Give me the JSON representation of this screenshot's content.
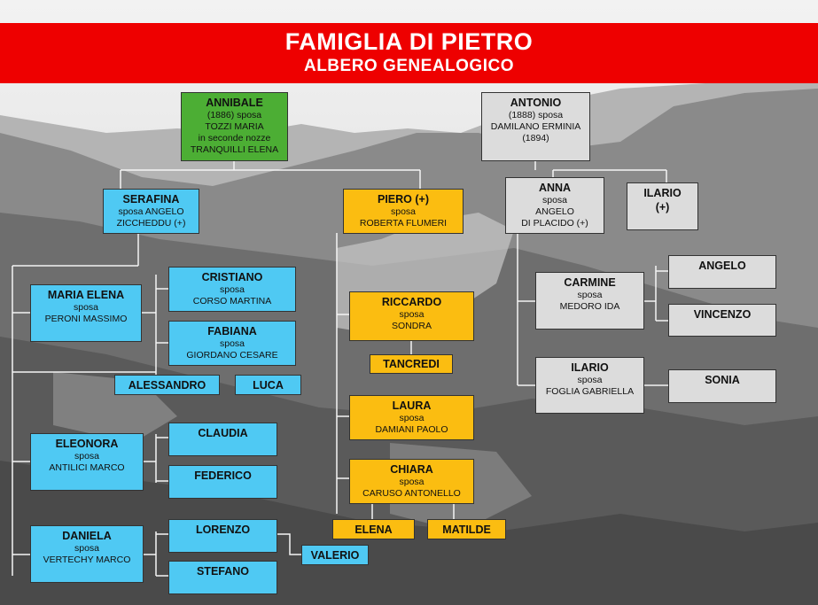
{
  "header": {
    "title": "FAMIGLIA  DI PIETRO",
    "subtitle": "ALBERO GENEALOGICO"
  },
  "nodes": {
    "annibale": {
      "name": "ANNIBALE",
      "lines": [
        "(1886) sposa",
        "TOZZI MARIA",
        "in seconde nozze",
        "TRANQUILLI ELENA"
      ]
    },
    "antonio": {
      "name": "ANTONIO",
      "lines": [
        "(1888) sposa",
        "DAMILANO  ERMINIA",
        "(1894)"
      ]
    },
    "serafina": {
      "name": "SERAFINA",
      "lines": [
        "sposa ANGELO",
        "ZICCHEDDU (+)"
      ]
    },
    "piero": {
      "name": "PIERO (+)",
      "lines": [
        "sposa",
        "ROBERTA  FLUMERI"
      ]
    },
    "anna": {
      "name": "ANNA",
      "lines": [
        "sposa",
        "ANGELO",
        "DI PLACIDO (+)"
      ]
    },
    "ilario1": {
      "name": "ILARIO",
      "lines": [
        "(+)"
      ]
    },
    "maria_elena": {
      "name": "MARIA ELENA",
      "lines": [
        "sposa",
        "PERONI  MASSIMO"
      ]
    },
    "cristiano": {
      "name": "CRISTIANO",
      "lines": [
        "sposa",
        "CORSO MARTINA"
      ]
    },
    "fabiana": {
      "name": "FABIANA",
      "lines": [
        "sposa",
        "GIORDANO CESARE"
      ]
    },
    "alessandro": {
      "name": "ALESSANDRO",
      "lines": []
    },
    "luca": {
      "name": "LUCA",
      "lines": []
    },
    "riccardo": {
      "name": "RICCARDO",
      "lines": [
        "sposa",
        "SONDRA"
      ]
    },
    "tancredi": {
      "name": "TANCREDI",
      "lines": []
    },
    "laura": {
      "name": "LAURA",
      "lines": [
        "sposa",
        "DAMIANI  PAOLO"
      ]
    },
    "chiara": {
      "name": "CHIARA",
      "lines": [
        "sposa",
        "CARUSO  ANTONELLO"
      ]
    },
    "elena": {
      "name": "ELENA",
      "lines": []
    },
    "matilde": {
      "name": "MATILDE",
      "lines": []
    },
    "carmine": {
      "name": "CARMINE",
      "lines": [
        "sposa",
        "MEDORO IDA"
      ]
    },
    "angelo": {
      "name": "ANGELO",
      "lines": []
    },
    "vincenzo": {
      "name": "VINCENZO",
      "lines": []
    },
    "ilario2": {
      "name": "ILARIO",
      "lines": [
        "sposa",
        "FOGLIA  GABRIELLA"
      ]
    },
    "sonia": {
      "name": "SONIA",
      "lines": []
    },
    "eleonora": {
      "name": "ELEONORA",
      "lines": [
        "sposa",
        "ANTILICI  MARCO"
      ]
    },
    "claudia": {
      "name": "CLAUDIA",
      "lines": []
    },
    "federico": {
      "name": "FEDERICO",
      "lines": []
    },
    "daniela": {
      "name": "DANIELA",
      "lines": [
        "sposa",
        "VERTECHY  MARCO"
      ]
    },
    "lorenzo": {
      "name": "LORENZO",
      "lines": []
    },
    "stefano": {
      "name": "STEFANO",
      "lines": []
    },
    "valerio": {
      "name": "VALERIO",
      "lines": []
    }
  },
  "colors": {
    "banner": "#ee0000",
    "root_annibale": "#4cae34",
    "branch_antonio": "#dcdcdc",
    "branch_serafina": "#4fc9f3",
    "branch_piero": "#fbbd11"
  }
}
